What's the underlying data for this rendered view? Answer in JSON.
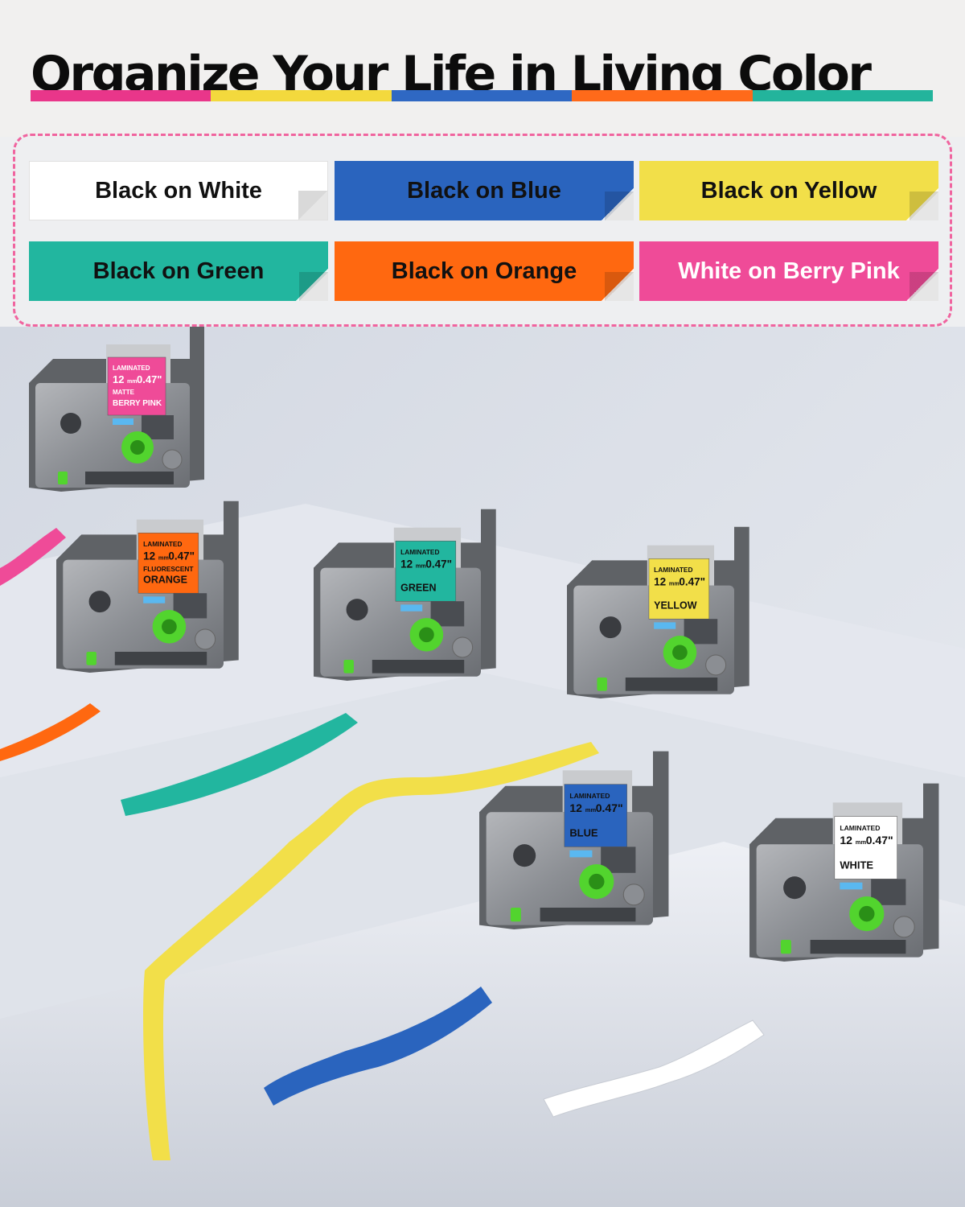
{
  "headline": "Organize Your Life in Living Color",
  "underline_colors": [
    "#e9368a",
    "#f3d93d",
    "#2f68c3",
    "#ff6a1a",
    "#23b49c"
  ],
  "swatches": [
    {
      "label": "Black on White",
      "bg": "#ffffff",
      "fg": "#111111"
    },
    {
      "label": "Black on Blue",
      "bg": "#2a64be",
      "fg": "#111111"
    },
    {
      "label": "Black on Yellow",
      "bg": "#f2df49",
      "fg": "#111111"
    },
    {
      "label": "Black on Green",
      "bg": "#22b69f",
      "fg": "#111111"
    },
    {
      "label": "Black on Orange",
      "bg": "#ff6810",
      "fg": "#111111"
    },
    {
      "label": "White on Berry Pink",
      "bg": "#ef4b98",
      "fg": "#ffffff"
    }
  ],
  "cartridges": [
    {
      "color": "#ef4b98",
      "ink": "#ffffff",
      "top": "LAMINATED",
      "size": "12",
      "unit": "mm",
      "inch": "0.47\"",
      "line1": "MATTE",
      "line2": "BERRY PINK"
    },
    {
      "color": "#ff6810",
      "ink": "#111111",
      "top": "LAMINATED",
      "size": "12",
      "unit": "mm",
      "inch": "0.47\"",
      "line1": "FLUORESCENT",
      "line2": "ORANGE"
    },
    {
      "color": "#22b69f",
      "ink": "#111111",
      "top": "LAMINATED",
      "size": "12",
      "unit": "mm",
      "inch": "0.47\"",
      "line1": "",
      "line2": "GREEN"
    },
    {
      "color": "#f2df49",
      "ink": "#111111",
      "top": "LAMINATED",
      "size": "12",
      "unit": "mm",
      "inch": "0.47\"",
      "line1": "",
      "line2": "YELLOW"
    },
    {
      "color": "#2a64be",
      "ink": "#111111",
      "top": "LAMINATED",
      "size": "12",
      "unit": "mm",
      "inch": "0.47\"",
      "line1": "",
      "line2": "BLUE"
    },
    {
      "color": "#ffffff",
      "ink": "#111111",
      "top": "LAMINATED",
      "size": "12",
      "unit": "mm",
      "inch": "0.47\"",
      "line1": "",
      "line2": "WHITE"
    }
  ]
}
